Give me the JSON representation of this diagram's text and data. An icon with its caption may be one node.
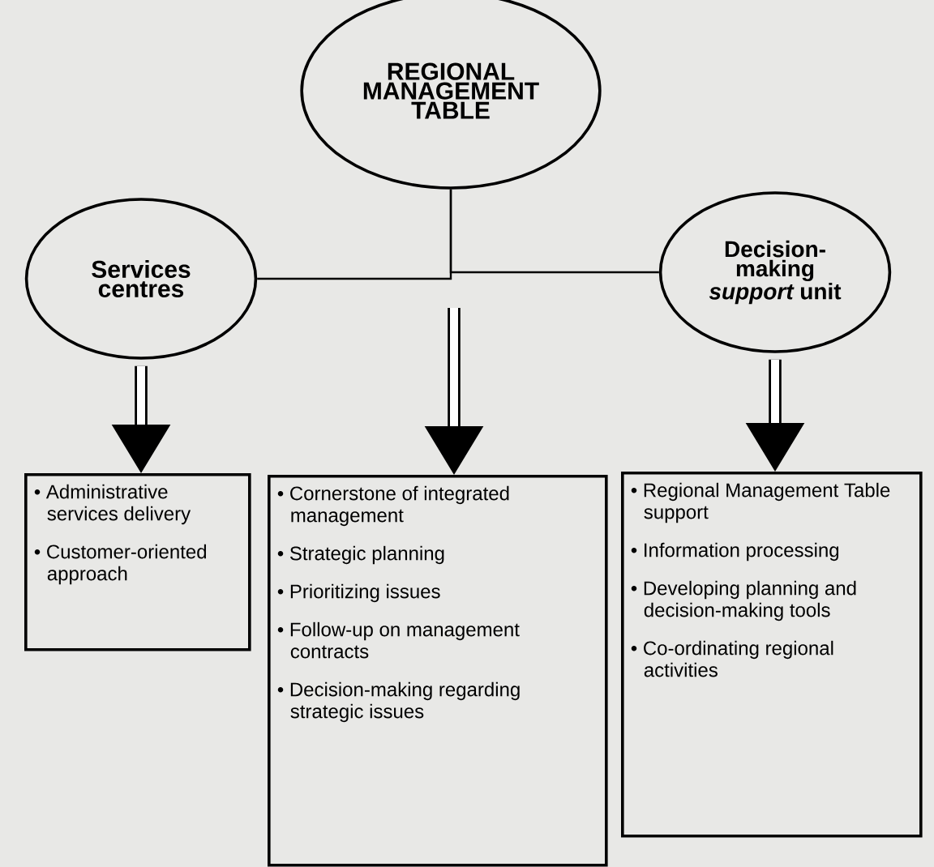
{
  "diagram": {
    "nodes": [
      {
        "text": [
          "REGIONAL MANAGEMENT TABLE"
        ]
      },
      {
        "text": [
          "Services centres"
        ]
      },
      {
        "text": [
          "Decision-making *support* unit"
        ]
      },
      {
        "text": [
          "• Administrative services delivery",
          "• Customer-oriented approach"
        ]
      },
      {
        "text": [
          "• Cornerstone of integrated management",
          "• Strategic planning",
          "• Prioritizing issues",
          "• Follow-up on management contracts",
          "• Decision-making regarding strategic issues"
        ]
      },
      {
        "text": [
          "• Regional Management Table support",
          "• Information processing",
          "• Developing planning and decision-making tools",
          "• Co-ordinating regional activities"
        ]
      }
    ],
    "edges": [
      {
        "from": 0,
        "to": 1,
        "arrow": "none"
      },
      {
        "from": 0,
        "to": 2,
        "arrow": "none"
      },
      {
        "from": 1,
        "to": 3,
        "arrow": "to"
      },
      {
        "from": null,
        "to": 4,
        "arrow": "to"
      },
      {
        "from": 2,
        "to": 5,
        "arrow": "to"
      }
    ]
  }
}
